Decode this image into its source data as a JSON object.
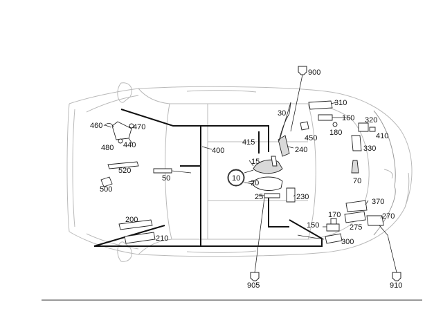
{
  "diagram": {
    "labels": {
      "c10": "10",
      "c15": "15",
      "c20": "20",
      "c25": "25",
      "c30": "30",
      "c50": "50",
      "c70": "70",
      "c150": "150",
      "c160": "160",
      "c170": "170",
      "c180": "180",
      "c200": "200",
      "c210": "210",
      "c230": "230",
      "c240": "240",
      "c270": "270",
      "c275": "275",
      "c300": "300",
      "c310": "310",
      "c320": "320",
      "c330": "330",
      "c370": "370",
      "c400": "400",
      "c410": "410",
      "c415": "415",
      "c440": "440",
      "c450": "450",
      "c460": "460",
      "c470": "470",
      "c480": "480",
      "c500": "500",
      "c520": "520",
      "c900": "900",
      "c905": "905",
      "c910": "910"
    }
  }
}
